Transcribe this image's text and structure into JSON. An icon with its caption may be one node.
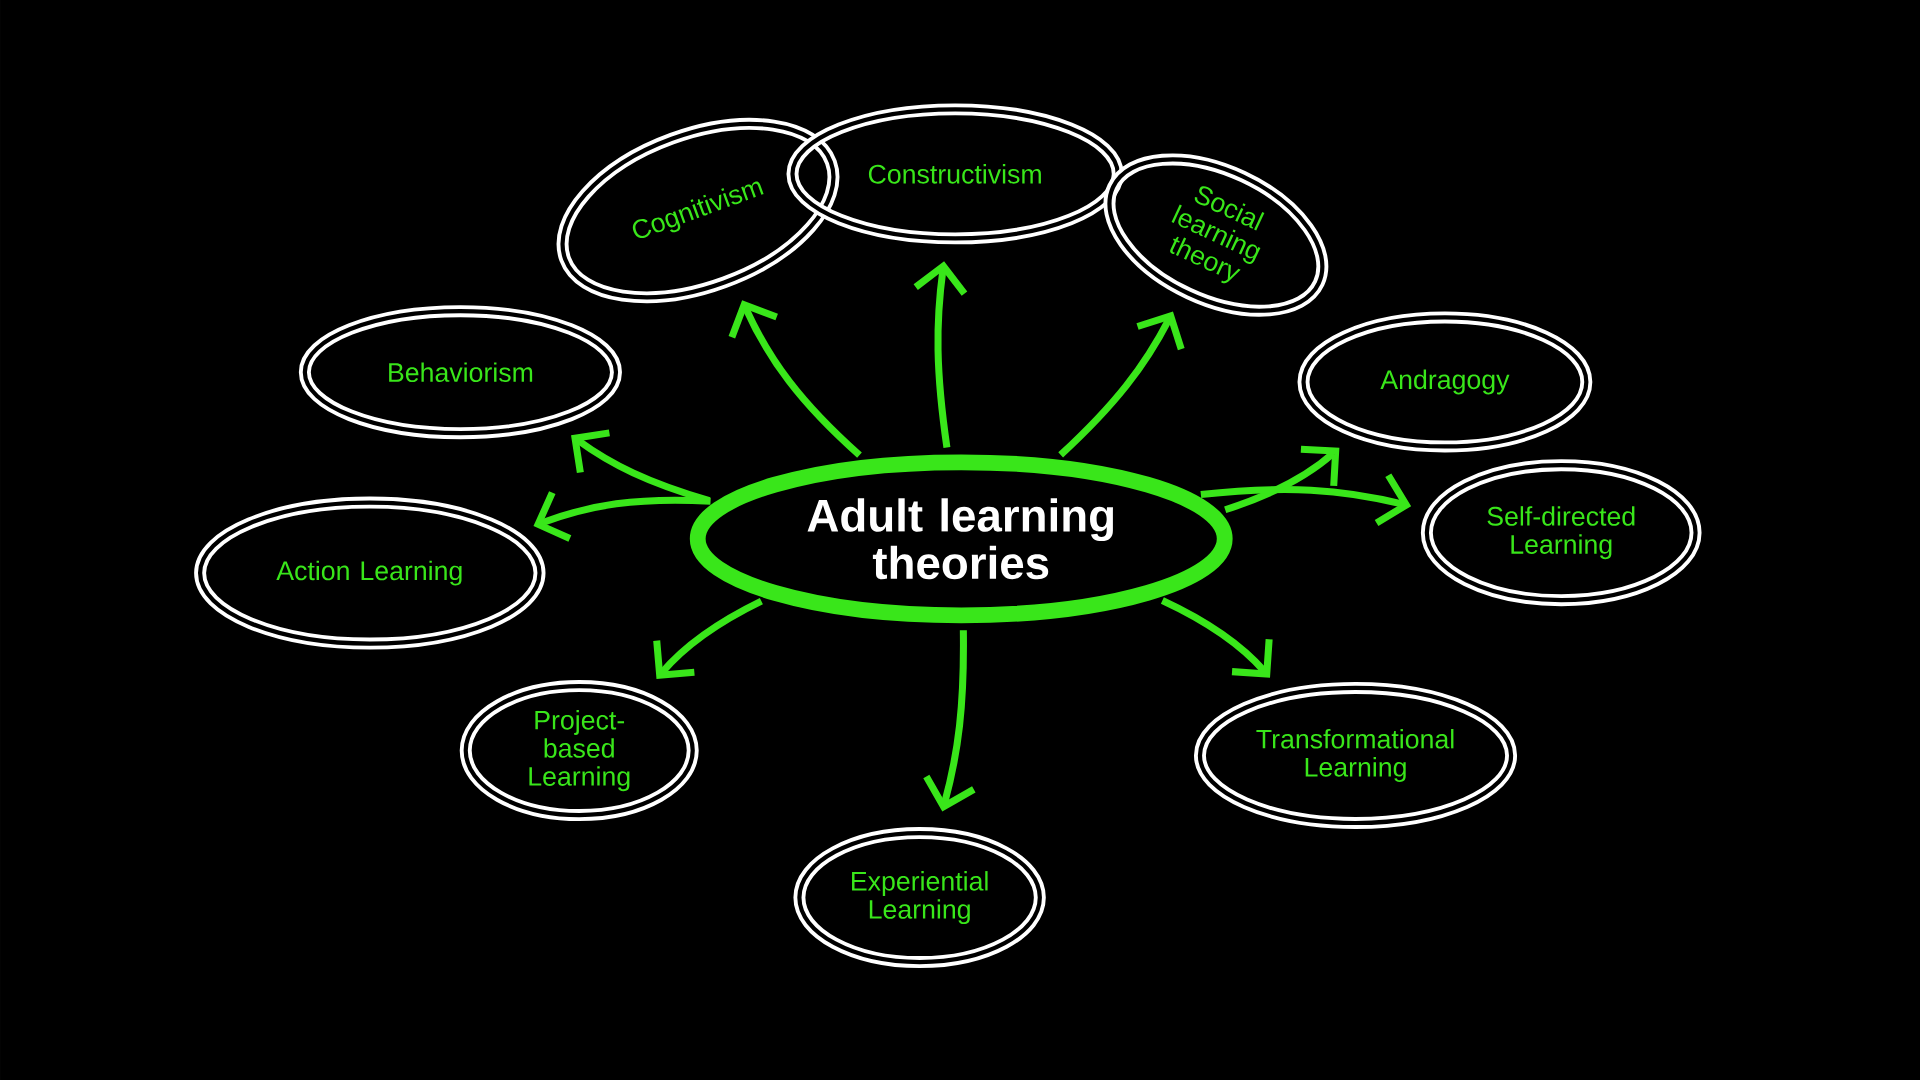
{
  "diagram": {
    "nodes": [
      {
        "text": [
          "Adult learning theories"
        ]
      },
      {
        "text": [
          "Behaviorism"
        ]
      },
      {
        "text": [
          "Cognitivism"
        ]
      },
      {
        "text": [
          "Constructivism"
        ]
      },
      {
        "text": [
          "Social learning theory"
        ]
      },
      {
        "text": [
          "Andragogy"
        ]
      },
      {
        "text": [
          "Action Learning"
        ]
      },
      {
        "text": [
          "Self-directed Learning"
        ]
      },
      {
        "text": [
          "Project-based Learning"
        ]
      },
      {
        "text": [
          "Experiential Learning"
        ]
      },
      {
        "text": [
          "Transformational Learning"
        ]
      }
    ],
    "edges": [
      {
        "from": 0,
        "to": 1,
        "arrow": "to"
      },
      {
        "from": 0,
        "to": 2,
        "arrow": "to"
      },
      {
        "from": 0,
        "to": 3,
        "arrow": "to"
      },
      {
        "from": 0,
        "to": 4,
        "arrow": "to"
      },
      {
        "from": 0,
        "to": 5,
        "arrow": "to"
      },
      {
        "from": 0,
        "to": 6,
        "arrow": "to"
      },
      {
        "from": 0,
        "to": 7,
        "arrow": "to"
      },
      {
        "from": 0,
        "to": 8,
        "arrow": "to"
      },
      {
        "from": 0,
        "to": 9,
        "arrow": "to"
      },
      {
        "from": 0,
        "to": 10,
        "arrow": "to"
      }
    ]
  }
}
